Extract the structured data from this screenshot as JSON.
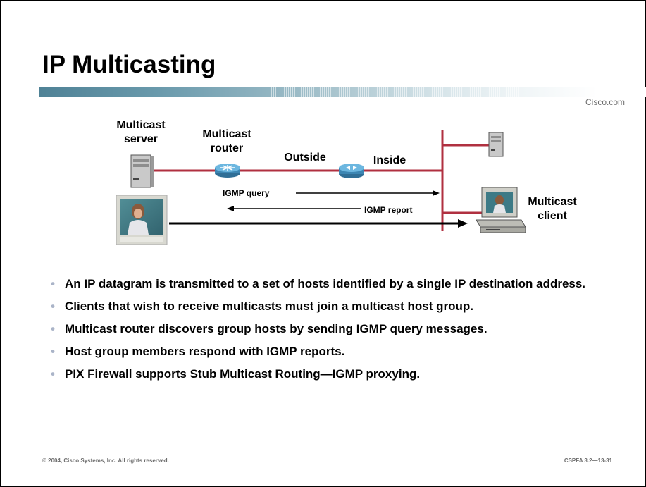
{
  "slide": {
    "title": "IP Multicasting",
    "brand": "Cisco.com"
  },
  "diagram": {
    "labels": {
      "multicast_server": [
        "Multicast",
        "server"
      ],
      "multicast_router": [
        "Multicast",
        "router"
      ],
      "outside": "Outside",
      "inside": "Inside",
      "igmp_query": "IGMP query",
      "igmp_report": "IGMP report",
      "multicast_client": [
        "Multicast",
        "client"
      ]
    },
    "colors": {
      "link": "#b03040",
      "router": "#6cb7e0",
      "arrow": "#000000"
    },
    "icons": [
      "server-icon",
      "router-icon",
      "firewall-icon",
      "video-thumbnail-icon",
      "host-server-icon",
      "client-computer-icon"
    ]
  },
  "bullets": [
    "An IP datagram is transmitted to a set of hosts identified by a single IP destination address.",
    "Clients that wish to receive multicasts must join a multicast host group.",
    "Multicast router discovers group hosts by sending IGMP query messages.",
    "Host group members respond with IGMP reports.",
    "PIX Firewall supports Stub Multicast Routing—IGMP proxying."
  ],
  "footer": {
    "copyright": "© 2004, Cisco Systems, Inc. All rights reserved.",
    "code": "CSPFA 3.2—13-31"
  }
}
